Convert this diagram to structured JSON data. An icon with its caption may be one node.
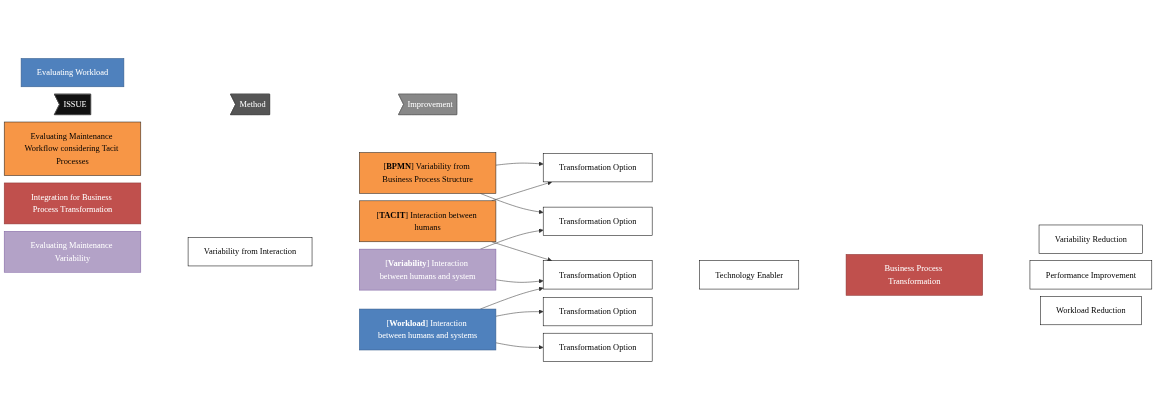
{
  "diagram": {
    "nodes": [
      {
        "text": [
          "Evaluating Workload"
        ]
      },
      {
        "text": [
          "Evaluating Maintenance Variability"
        ]
      },
      {
        "text": [
          "Evaluating Maintenance Workflow considering Tacit Processes"
        ]
      },
      {
        "text": [
          "Integration for Business Process Transformation"
        ]
      },
      {
        "text": [
          "ISSUE"
        ]
      },
      {
        "text": [
          "Method"
        ]
      },
      {
        "text": [
          "Improvement"
        ]
      },
      {
        "text": [
          "[**BPMN**] Variability from Business Process Structure"
        ]
      },
      {
        "text": [
          "Variability from Interaction"
        ]
      },
      {
        "text": [
          "[**TACIT**] Interaction between humans"
        ]
      },
      {
        "text": [
          "[**Variability**] Interaction between humans and system"
        ]
      },
      {
        "text": [
          "[**Workload**] Interaction between humans and systems"
        ]
      },
      {
        "text": [
          "Transformation Option"
        ]
      },
      {
        "text": [
          "Transformation Option"
        ]
      },
      {
        "text": [
          "Transformation Option"
        ]
      },
      {
        "text": [
          "Transformation Option"
        ]
      },
      {
        "text": [
          "Transformation Option"
        ]
      },
      {
        "text": [
          "Technology Enabler"
        ]
      },
      {
        "text": [
          "Business Process Transformation"
        ]
      },
      {
        "text": [
          "Performance Improvement"
        ]
      },
      {
        "text": [
          "Variability Reduction"
        ]
      },
      {
        "text": [
          "Workload Reduction"
        ]
      }
    ],
    "edges": [
      {
        "from": 7,
        "to": 12,
        "arrow": "to"
      },
      {
        "from": 7,
        "to": 13,
        "arrow": "to"
      },
      {
        "from": 9,
        "to": 12,
        "arrow": "to"
      },
      {
        "from": 9,
        "to": 14,
        "arrow": "to"
      },
      {
        "from": 10,
        "to": 13,
        "arrow": "to"
      },
      {
        "from": 10,
        "to": 14,
        "arrow": "to"
      },
      {
        "from": 11,
        "to": 14,
        "arrow": "to"
      },
      {
        "from": 11,
        "to": 15,
        "arrow": "to"
      },
      {
        "from": 11,
        "to": 16,
        "arrow": "to"
      }
    ]
  }
}
